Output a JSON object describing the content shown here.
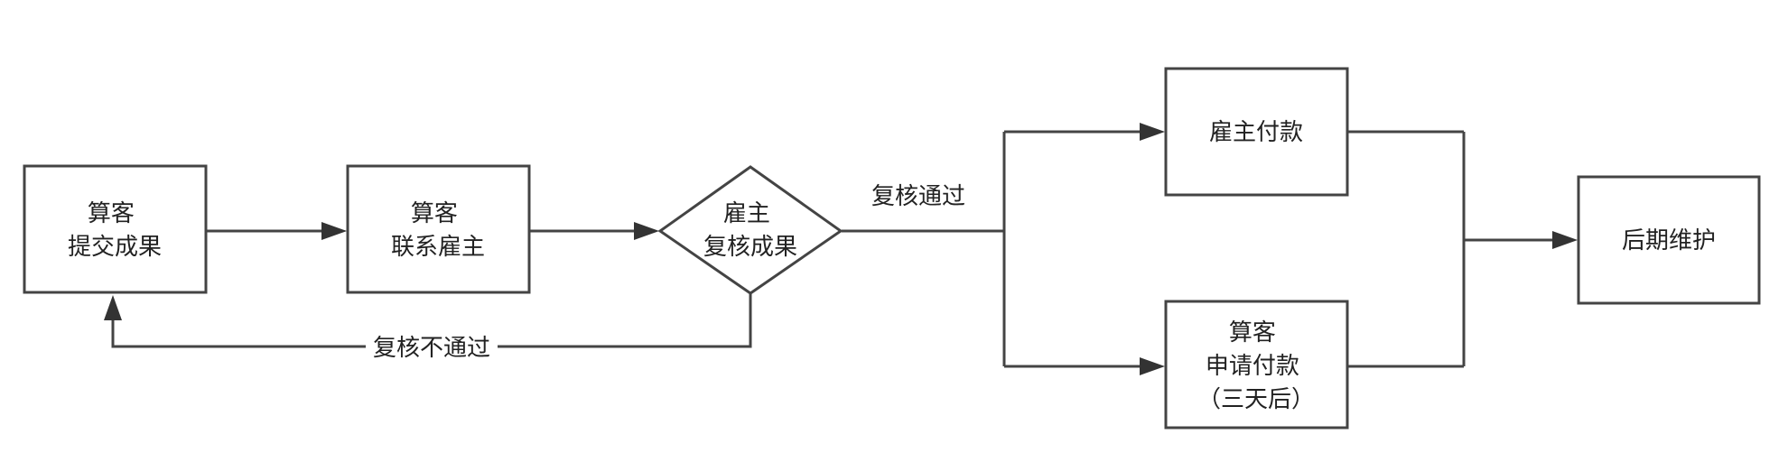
{
  "nodes": {
    "submit": {
      "lines": [
        "算客",
        "提交成果"
      ]
    },
    "contact": {
      "lines": [
        "算客",
        "联系雇主"
      ]
    },
    "review": {
      "lines": [
        "雇主",
        "复核成果"
      ]
    },
    "pay": {
      "lines": [
        "雇主付款"
      ]
    },
    "request": {
      "lines": [
        "算客",
        "申请付款",
        "（三天后）"
      ]
    },
    "maintain": {
      "lines": [
        "后期维护"
      ]
    }
  },
  "edges": {
    "pass_label": "复核通过",
    "fail_label": "复核不通过"
  }
}
